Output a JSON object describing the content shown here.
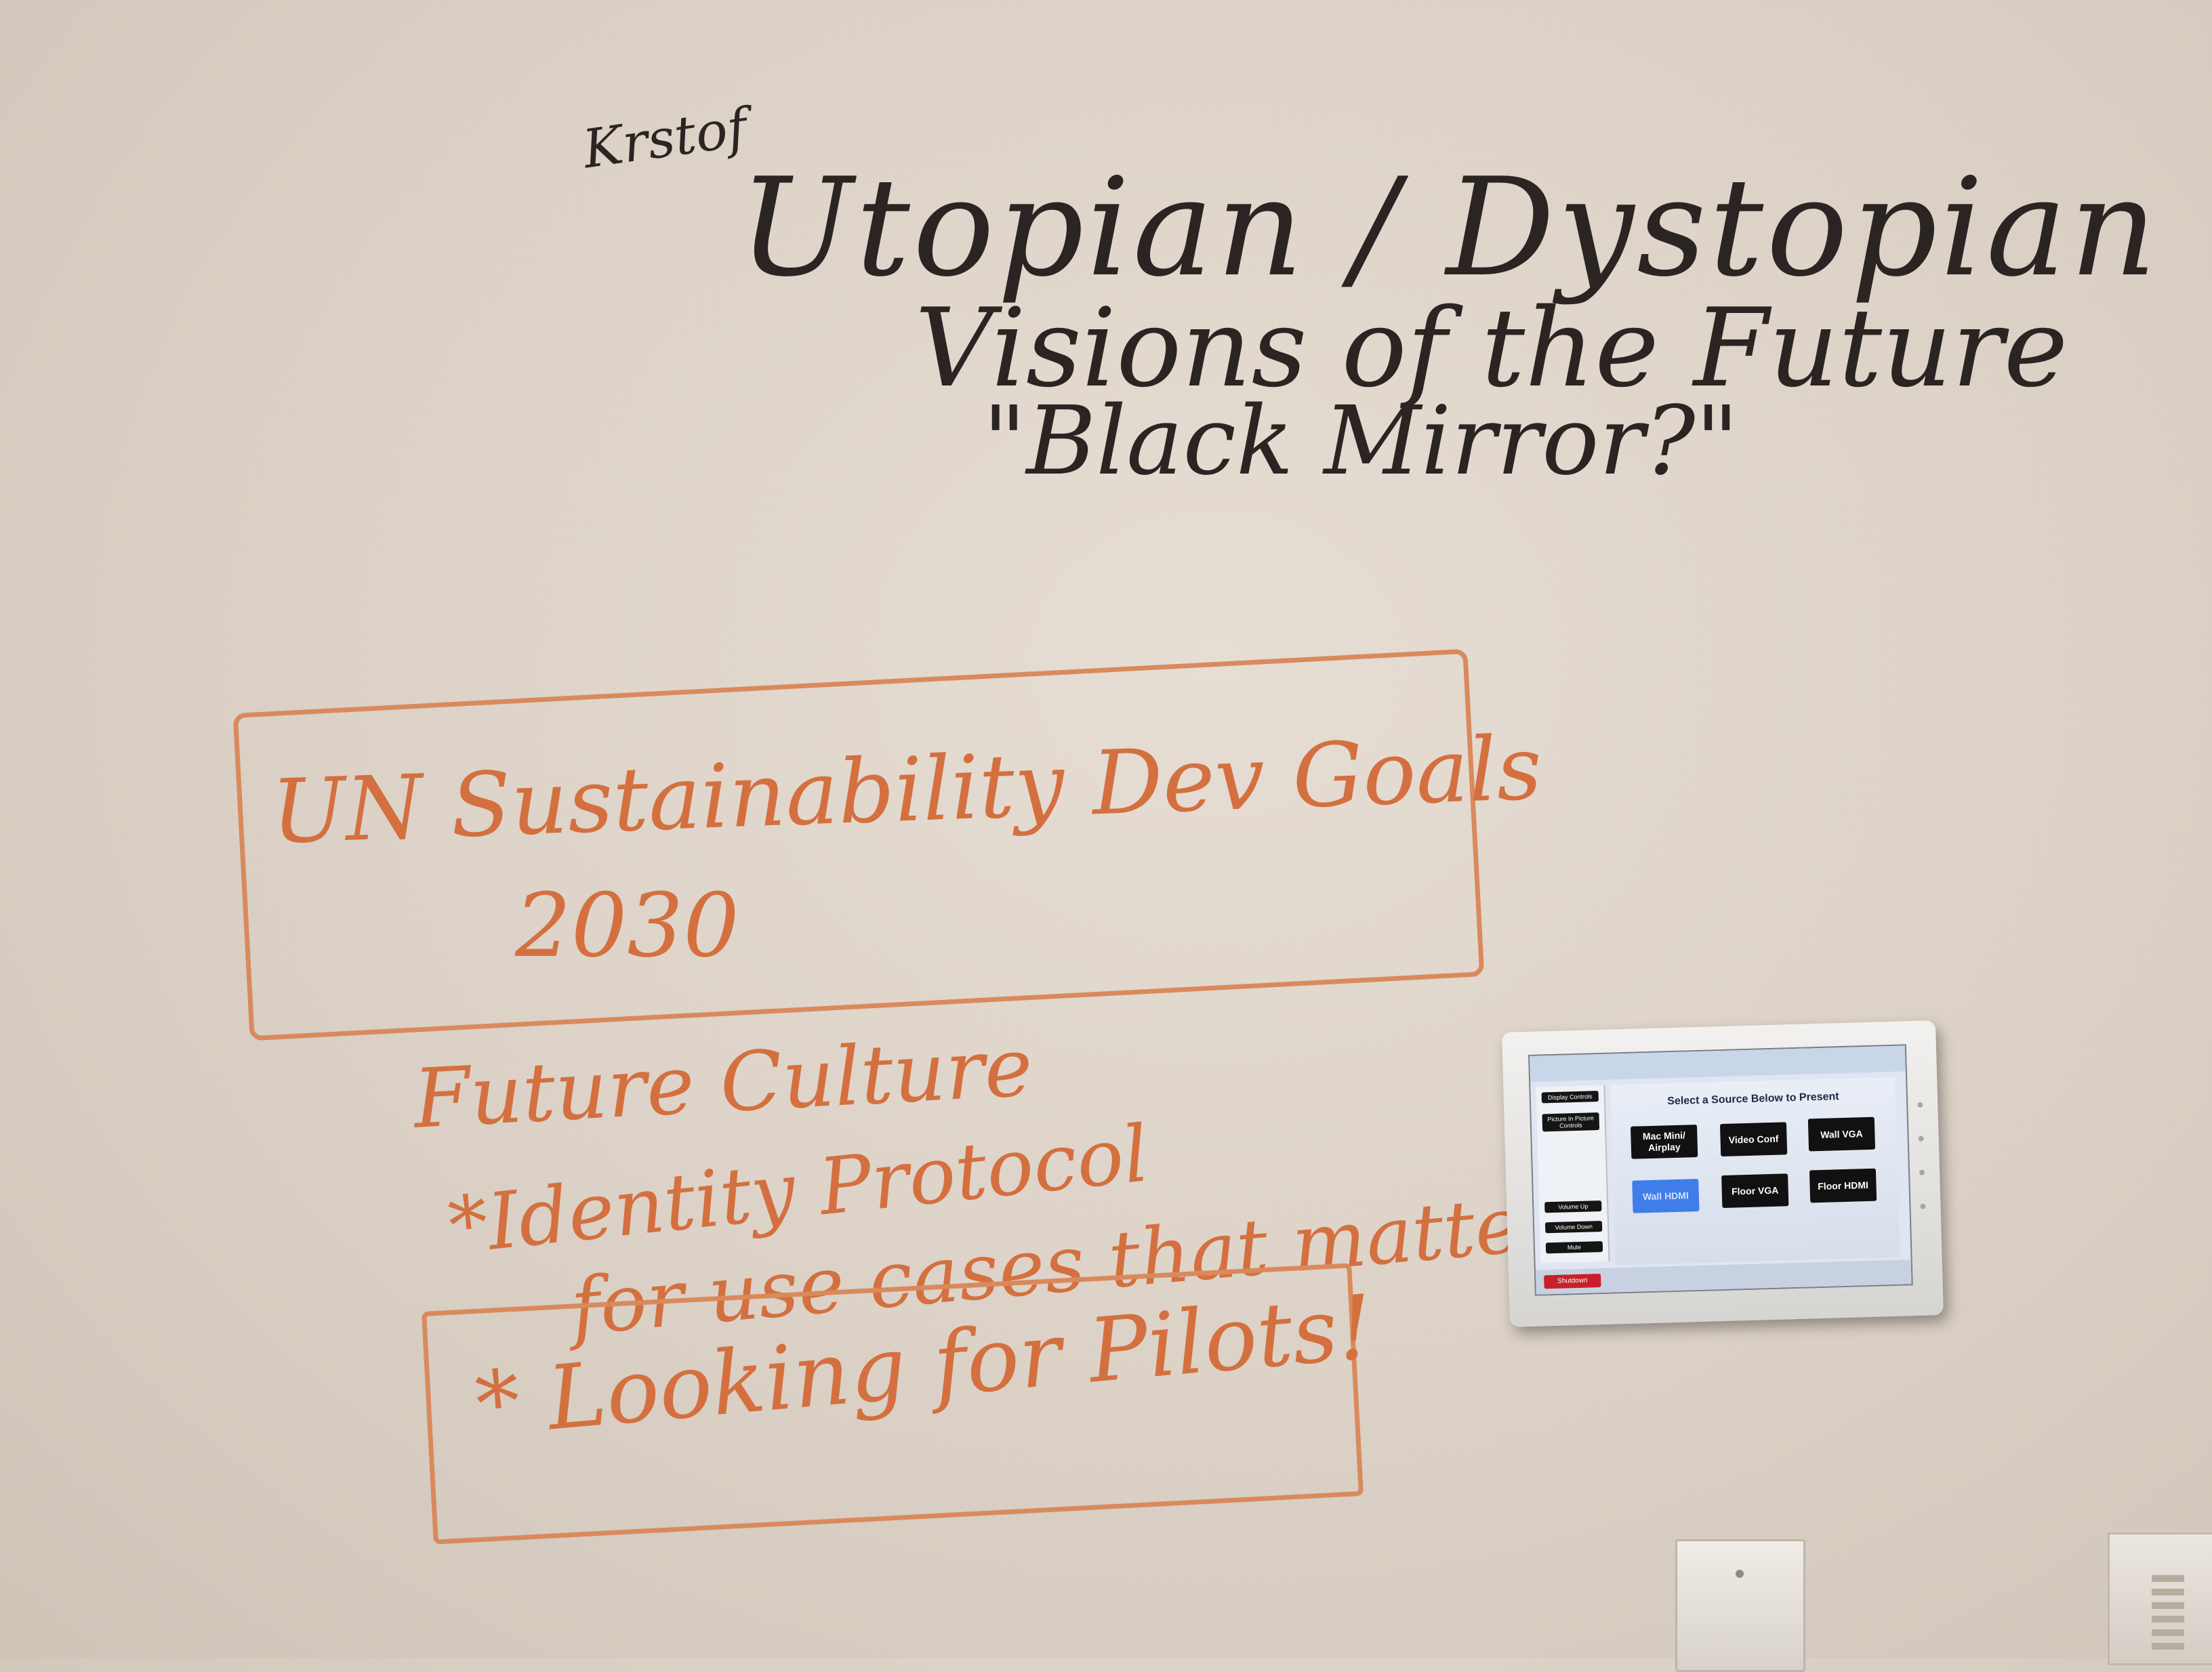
{
  "whiteboard": {
    "author": "Krstof",
    "title_line1": "Utopian / Dystopian",
    "title_line2": "Visions of the Future",
    "title_line3": "\"Black Mirror?\"",
    "sdg_line1": "UN Sustainability Dev Goals",
    "sdg_line2": "2030",
    "culture_line": "Future Culture",
    "identity_line": "*Identity Protocol",
    "usecases_line": "for use cases that matter",
    "pilots_line": "* Looking for Pilots!"
  },
  "control_panel": {
    "prompt": "Select a Source Below to Present",
    "sidebar_buttons": [
      "Display Controls",
      "Picture In Picture Controls",
      "Volume Up",
      "Volume Down",
      "Mute"
    ],
    "sources": [
      {
        "label": "Mac Mini/ Airplay",
        "active": false
      },
      {
        "label": "Video Conf",
        "active": false
      },
      {
        "label": "Wall VGA",
        "active": false
      },
      {
        "label": "Wall HDMI",
        "active": true
      },
      {
        "label": "Floor VGA",
        "active": false
      },
      {
        "label": "Floor HDMI",
        "active": false
      }
    ],
    "shutdown_label": "Shutdown"
  },
  "colors": {
    "black_marker": "#2a2522",
    "orange_marker": "#d4703f",
    "active_source": "#3f7de8",
    "shutdown": "#c8202a"
  }
}
